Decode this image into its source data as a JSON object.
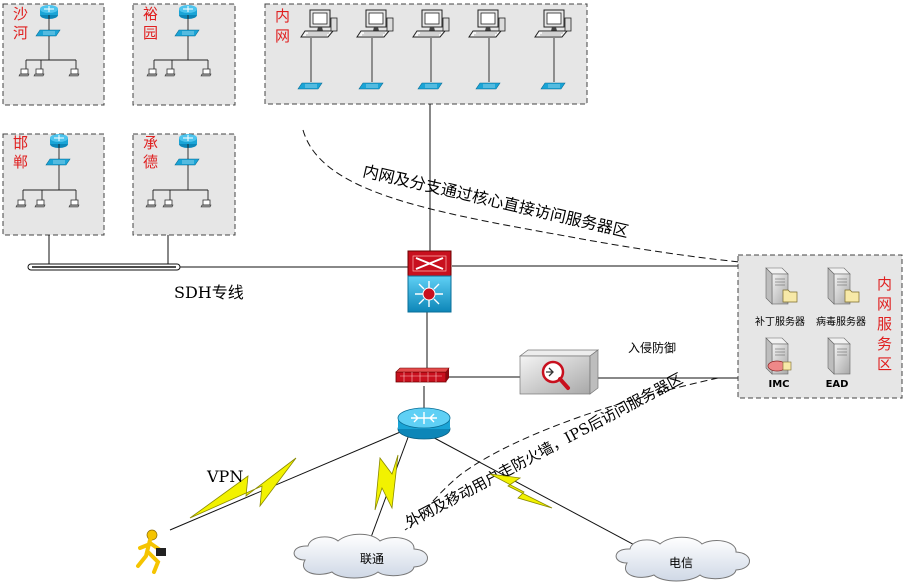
{
  "branches": [
    {
      "name_line1": "沙",
      "name_line2": "河"
    },
    {
      "name_line1": "裕",
      "name_line2": "园"
    },
    {
      "name_line1": "邯",
      "name_line2": "郸"
    },
    {
      "name_line1": "承",
      "name_line2": "德"
    }
  ],
  "intranet": {
    "label_line1": "内",
    "label_line2": "网"
  },
  "server_zone": {
    "label_chars": [
      "内",
      "网",
      "服",
      "务",
      "区"
    ],
    "servers": [
      "补丁服务器",
      "病毒服务器",
      "IMC",
      "EAD"
    ]
  },
  "labels": {
    "sdh": "SDH专线",
    "core_path": "内网及分支通过核心直接访问服务器区",
    "ips": "入侵防御",
    "external_path": "外网及移动用户走防火墙，IPS后访问服务器区",
    "vpn": "VPN"
  },
  "isps": [
    "联通",
    "电信"
  ],
  "colors": {
    "zone_label": "#e02020",
    "zone_fill": "#e8e8e8",
    "lightning": "#f2f200",
    "device_blue": "#1aa4d6",
    "core_red": "#c8101e"
  }
}
